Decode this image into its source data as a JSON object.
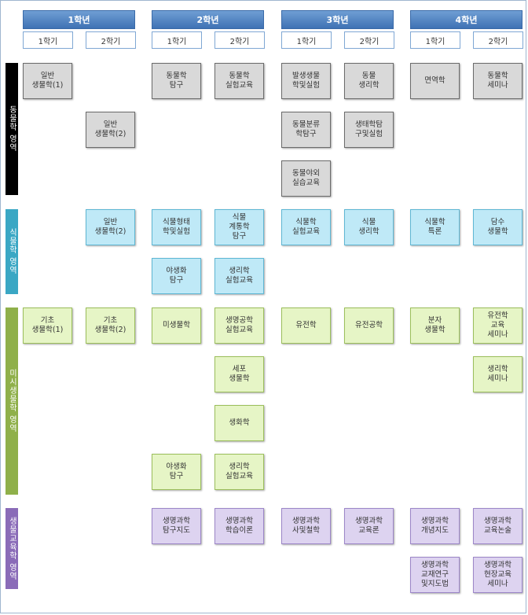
{
  "years": [
    {
      "label": "1학년",
      "semesters": [
        "1학기",
        "2학기"
      ]
    },
    {
      "label": "2학년",
      "semesters": [
        "1학기",
        "2학기"
      ]
    },
    {
      "label": "3학년",
      "semesters": [
        "1학기",
        "2학기"
      ]
    },
    {
      "label": "4학년",
      "semesters": [
        "1학기",
        "2학기"
      ]
    }
  ],
  "areas": [
    {
      "label": "동물학 영역",
      "bar_color": "#000000",
      "text_color": "#ffffff",
      "box_bg": "#d9d9d9",
      "box_border": "#6b6b6b",
      "courses": [
        {
          "col": 0,
          "row": 0,
          "label": "일반\n생물학(1)"
        },
        {
          "col": 2,
          "row": 0,
          "label": "동물학\n탐구"
        },
        {
          "col": 3,
          "row": 0,
          "label": "동물학\n실험교육"
        },
        {
          "col": 4,
          "row": 0,
          "label": "발생생물\n학및실험"
        },
        {
          "col": 5,
          "row": 0,
          "label": "동물\n생리학"
        },
        {
          "col": 6,
          "row": 0,
          "label": "면역학"
        },
        {
          "col": 7,
          "row": 0,
          "label": "동물학\n세미나"
        },
        {
          "col": 1,
          "row": 1,
          "label": "일반\n생물학(2)"
        },
        {
          "col": 4,
          "row": 1,
          "label": "동물분류\n학탐구"
        },
        {
          "col": 5,
          "row": 1,
          "label": "생태학탐\n구및실험"
        },
        {
          "col": 4,
          "row": 2,
          "label": "동물야외\n실습교육"
        }
      ]
    },
    {
      "label": "식물학 영역",
      "bar_color": "#3aa7c4",
      "text_color": "#ffffff",
      "box_bg": "#bfe9f7",
      "box_border": "#5fb7d4",
      "courses": [
        {
          "col": 1,
          "row": 0,
          "label": "일반\n생물학(2)"
        },
        {
          "col": 2,
          "row": 0,
          "label": "식물형태\n학및실험"
        },
        {
          "col": 3,
          "row": 0,
          "label": "식물\n계통학\n탐구"
        },
        {
          "col": 4,
          "row": 0,
          "label": "식물학\n실험교육"
        },
        {
          "col": 5,
          "row": 0,
          "label": "식물\n생리학"
        },
        {
          "col": 6,
          "row": 0,
          "label": "식물학\n특론"
        },
        {
          "col": 7,
          "row": 0,
          "label": "담수\n생물학"
        },
        {
          "col": 2,
          "row": 1,
          "label": "야생화\n탐구"
        },
        {
          "col": 3,
          "row": 1,
          "label": "생리학\n실험교육"
        }
      ]
    },
    {
      "label": "미시생물학 영역",
      "bar_color": "#8fb04a",
      "text_color": "#ffffff",
      "box_bg": "#e6f5c6",
      "box_border": "#9cbf5c",
      "courses": [
        {
          "col": 0,
          "row": 0,
          "label": "기초\n생물학(1)"
        },
        {
          "col": 1,
          "row": 0,
          "label": "기초\n생물학(2)"
        },
        {
          "col": 2,
          "row": 0,
          "label": "미생물학"
        },
        {
          "col": 3,
          "row": 0,
          "label": "생명공학\n실험교육"
        },
        {
          "col": 4,
          "row": 0,
          "label": "유전학"
        },
        {
          "col": 5,
          "row": 0,
          "label": "유전공학"
        },
        {
          "col": 6,
          "row": 0,
          "label": "분자\n생물학"
        },
        {
          "col": 7,
          "row": 0,
          "label": "유전학\n교육\n세미나"
        },
        {
          "col": 3,
          "row": 1,
          "label": "세포\n생물학"
        },
        {
          "col": 7,
          "row": 1,
          "label": "생리학\n세미나"
        },
        {
          "col": 3,
          "row": 2,
          "label": "생화학"
        },
        {
          "col": 2,
          "row": 3,
          "label": "야생화\n탐구"
        },
        {
          "col": 3,
          "row": 3,
          "label": "생리학\n실험교육"
        }
      ]
    },
    {
      "label": "생물교육학 영역",
      "bar_color": "#8a6bb8",
      "text_color": "#ffffff",
      "box_bg": "#ddd3f0",
      "box_border": "#9c86c8",
      "courses": [
        {
          "col": 2,
          "row": 0,
          "label": "생명과학\n탐구지도"
        },
        {
          "col": 3,
          "row": 0,
          "label": "생명과학\n학습이론"
        },
        {
          "col": 4,
          "row": 0,
          "label": "생명과학\n사및철학"
        },
        {
          "col": 5,
          "row": 0,
          "label": "생명과학\n교육론"
        },
        {
          "col": 6,
          "row": 0,
          "label": "생명과학\n개념지도"
        },
        {
          "col": 7,
          "row": 0,
          "label": "생명과학\n교육논술"
        },
        {
          "col": 6,
          "row": 1,
          "label": "생명과학\n교재연구\n및지도법"
        },
        {
          "col": 7,
          "row": 1,
          "label": "생명과학\n현장교육\n세미나"
        }
      ]
    }
  ]
}
